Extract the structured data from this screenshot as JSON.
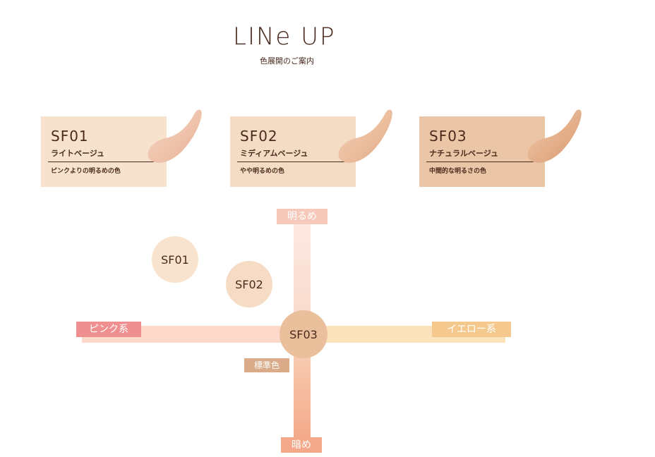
{
  "header": {
    "title": "LINe UP",
    "subtitle": "色展開のご案内"
  },
  "shades": [
    {
      "code": "SF01",
      "name": "ライトベージュ",
      "desc": "ピンクよりの明るめの色",
      "card_color": "#f7e2ce",
      "swatch_color": "#eec5ad"
    },
    {
      "code": "SF02",
      "name": "ミディアムベージュ",
      "desc": "やや明るめの色",
      "card_color": "#f4dcc4",
      "swatch_color": "#eabd9d"
    },
    {
      "code": "SF03",
      "name": "ナチュラルベージュ",
      "desc": "中間的な明るさの色",
      "card_color": "#ebc6a6",
      "swatch_color": "#e3ac86"
    }
  ],
  "chart": {
    "axis_top": "明るめ",
    "axis_bottom": "暗め",
    "axis_left": "ピンク系",
    "axis_right": "イエロー系",
    "standard_label": "標準色",
    "points": [
      {
        "label": "SF01"
      },
      {
        "label": "SF02"
      },
      {
        "label": "SF03"
      }
    ]
  }
}
